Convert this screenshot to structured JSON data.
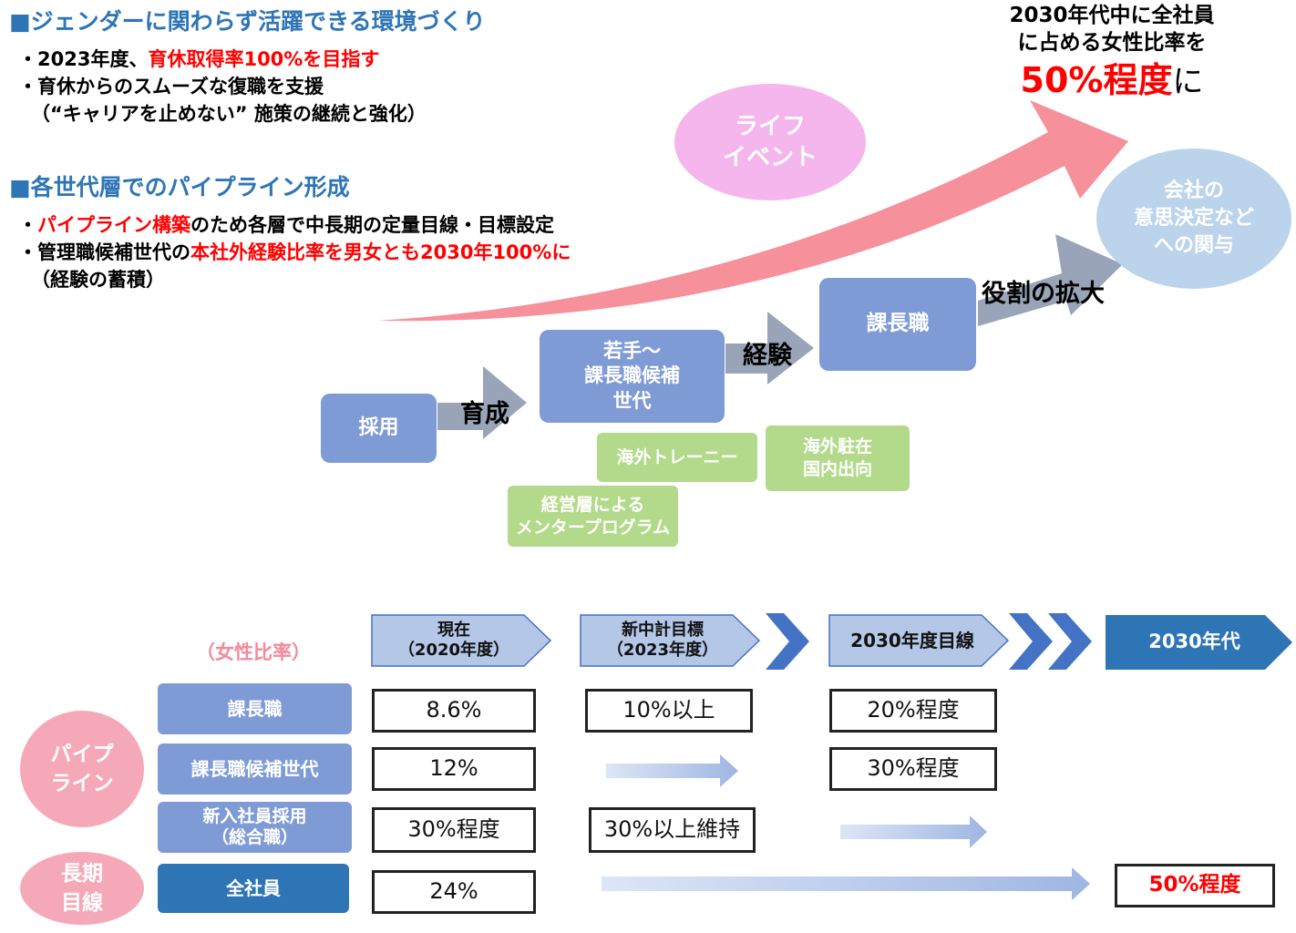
{
  "sections": [
    {
      "heading": "■ジェンダーに関わらず活躍できる環境づくり",
      "bullets": [
        {
          "pre": "・2023年度、",
          "hl": "育休取得率100%を目指す",
          "post": ""
        },
        {
          "pre": "・育休からのスムーズな復職を支援",
          "hl": "",
          "post": ""
        },
        {
          "pre": "（“キャリアを止めない” 施策の継続と強化）",
          "hl": "",
          "post": ""
        }
      ]
    },
    {
      "heading": "■各世代層でのパイプライン形成",
      "bullets": [
        {
          "pre": "・",
          "hl": "パイプライン構築",
          "post": "のため各層で中長期の定量目線・目標設定"
        },
        {
          "pre": "・管理職候補世代の",
          "hl": "本社外経験比率を男女とも2030年100%に",
          "post": ""
        },
        {
          "pre": "（経験の蓄積）",
          "hl": "",
          "post": ""
        }
      ]
    }
  ],
  "goal": {
    "line1": "2030年代中に全社員",
    "line2": "に占める女性比率を",
    "big": "50%程度",
    "suffix": "に"
  },
  "life_event": "ライフ\nイベント",
  "company_circle": "会社の\n意思決定など\nへの関与",
  "stages": {
    "hire": "採用",
    "young": "若手～\n課長職候補\n世代",
    "manager": "課長職"
  },
  "arrow_labels": {
    "nurture": "育成",
    "experience": "経験",
    "expand": "役割の拡大"
  },
  "programs": {
    "trainee": "海外トレーニー",
    "overseas": "海外駐在\n国内出向",
    "mentor": "経営層による\nメンタープログラム"
  },
  "table": {
    "ratio_label": "（女性比率）",
    "headers": [
      "現在\n（2020年度）",
      "新中計目標\n（2023年度）",
      "2030年度目線",
      "2030年代"
    ],
    "group_pipeline": "パイプ\nライン",
    "group_long": "長期\n目線",
    "rows": [
      {
        "label": "課長職",
        "current": "8.6%",
        "mid": "10%以上",
        "target": "20%程度"
      },
      {
        "label": "課長職候補世代",
        "current": "12%",
        "target": "30%程度"
      },
      {
        "label": "新入社員採用\n（総合職）",
        "current": "30%程度",
        "mid": "30%以上維持"
      },
      {
        "label": "全社員",
        "current": "24%",
        "future": "50%程度"
      }
    ]
  },
  "colors": {
    "heading": "#2e75b6",
    "highlight": "#ff0000",
    "stage_box": "#7f9bd6",
    "program_box": "#b3d98a",
    "pink_circle": "#f5a9b8",
    "life_circle": "#f4b6ec",
    "blue_circle": "#bcd3ec",
    "big_arrow": "#f6909a",
    "grey_arrow": "#9aa4b8",
    "dark_blue": "#2e75b6",
    "chevron": "#4472c4"
  }
}
